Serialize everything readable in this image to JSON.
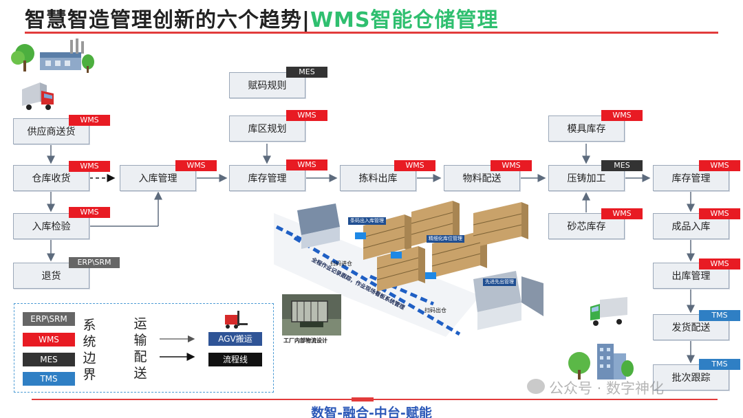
{
  "title": {
    "main": "智慧智造管理创新的六个趋势|",
    "accent": "WMS智能仓储管理"
  },
  "boxes": {
    "supplier_delivery": "供应商送货",
    "warehouse_receiving": "仓库收货",
    "inbound_inspection": "入库检验",
    "return_goods": "退货",
    "inbound_management": "入库管理",
    "coding_rules": "赋码规则",
    "zone_planning": "库区规划",
    "inventory_management": "库存管理",
    "picking_outbound": "拣料出库",
    "material_delivery": "物料配送",
    "mold_inventory": "模具库存",
    "die_casting": "压铸加工",
    "sand_core_inventory": "砂芯库存",
    "inventory_management_2": "库存管理",
    "finished_goods_inbound": "成品入库",
    "outbound_management": "出库管理",
    "shipping_delivery": "发货配送",
    "batch_tracking": "批次跟踪"
  },
  "tags": {
    "wms": "WMS",
    "mes": "MES",
    "erp": "ERP\\SRM",
    "tms": "TMS"
  },
  "illustration": {
    "label_barcode": "条码出入库管理",
    "label_shelf": "精细化库位管理",
    "label_fifo": "先进先出管理",
    "label_scan_in": "扫码进仓",
    "label_scan_out": "扫码出仓",
    "label_diag": "全程作业记录跟踪，作业现场看板系统管理",
    "label_factory": "工厂内部物流设计"
  },
  "legend": {
    "items": [
      "ERP\\SRM",
      "WMS",
      "MES",
      "TMS"
    ],
    "system_boundary": [
      "系",
      "统",
      "边",
      "界"
    ],
    "transport": [
      "运",
      "输",
      "配",
      "送"
    ],
    "agv": "AGV搬运",
    "flow_line": "流程线"
  },
  "colors": {
    "wms": "#e81b23",
    "mes": "#333333",
    "erp": "#666666",
    "tms": "#2f7fc4",
    "title_accent": "#2fbf6f",
    "footer": "#2b58b8",
    "rule": "#e23b3b"
  },
  "watermark": "公众号 · 数字神化",
  "footer": "数智-融合-中台-赋能"
}
